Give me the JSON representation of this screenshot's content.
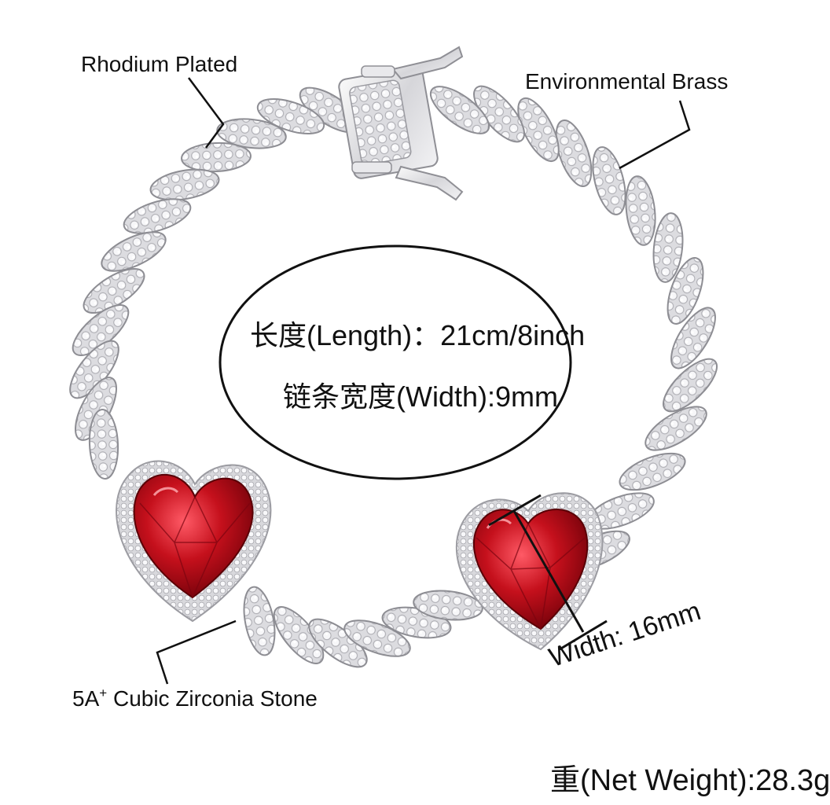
{
  "callouts": {
    "rhodium": "Rhodium Plated",
    "brass": "Environmental Brass",
    "stone_prefix": "5A",
    "stone_sup": "+",
    "stone_suffix": " Cubic Zirconia Stone",
    "width": "Width: 16mm"
  },
  "specs": {
    "length": "长度(Length)：21cm/8inch",
    "chain_width": "链条宽度(Width):9mm",
    "weight": "重(Net Weight):28.3g"
  },
  "colors": {
    "background": "#ffffff",
    "metal": "#e4e4e6",
    "stone_red": "#c0101c",
    "line": "#111111"
  }
}
